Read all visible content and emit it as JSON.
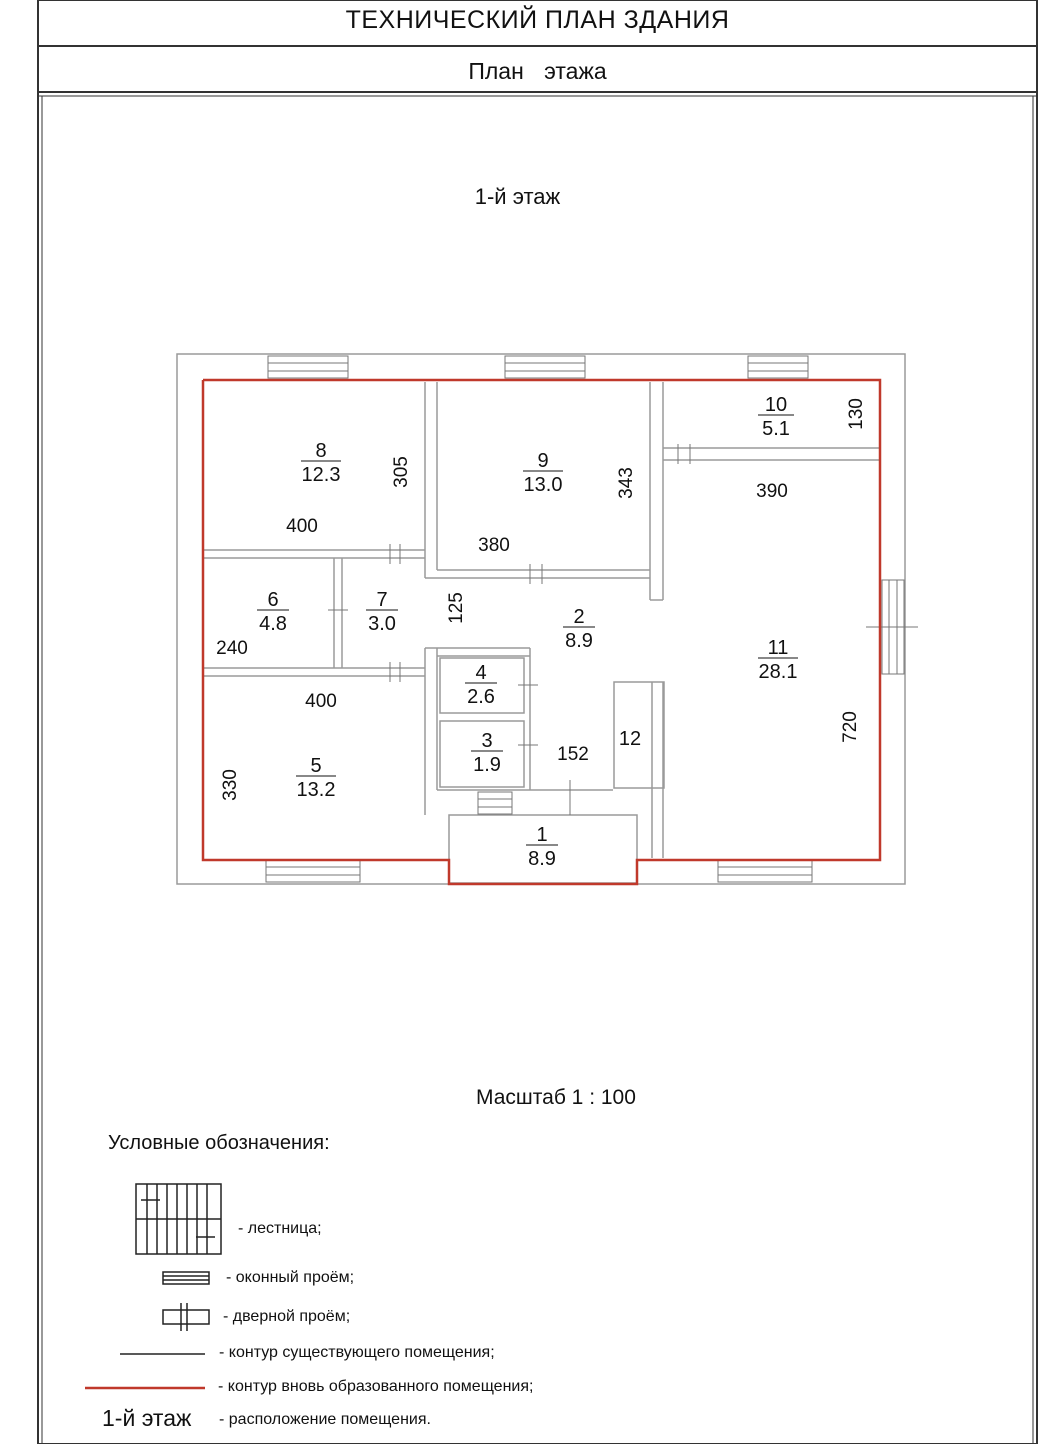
{
  "header": {
    "title": "ТЕХНИЧЕСКИЙ ПЛАН ЗДАНИЯ",
    "subtitle": "План   этажа"
  },
  "floor_title": "1-й этаж",
  "rooms": [
    {
      "id": "1",
      "area": "8.9"
    },
    {
      "id": "2",
      "area": "8.9"
    },
    {
      "id": "3",
      "area": "1.9"
    },
    {
      "id": "4",
      "area": "2.6"
    },
    {
      "id": "5",
      "area": "13.2"
    },
    {
      "id": "6",
      "area": "4.8"
    },
    {
      "id": "7",
      "area": "3.0"
    },
    {
      "id": "8",
      "area": "12.3"
    },
    {
      "id": "9",
      "area": "13.0"
    },
    {
      "id": "10",
      "area": "5.1"
    },
    {
      "id": "11",
      "area": "28.1"
    },
    {
      "id": "12",
      "area": ""
    }
  ],
  "dimensions": [
    "305",
    "400",
    "343",
    "380",
    "130",
    "390",
    "125",
    "240",
    "400",
    "152",
    "720",
    "330"
  ],
  "scale": "Масштаб 1 : 100",
  "legend": {
    "title": "Условные обозначения:",
    "stairs": "- лестница;",
    "window": "- оконный проём;",
    "door": "- дверной проём;",
    "existing": "- контур существующего помещения;",
    "new": "- контур вновь образованного  помещения;",
    "location_label": "1-й этаж",
    "location": "- расположение  помещения."
  },
  "colors": {
    "line": "#222222",
    "wall_thin": "#9a9a9a",
    "new_contour": "#c0392b"
  }
}
